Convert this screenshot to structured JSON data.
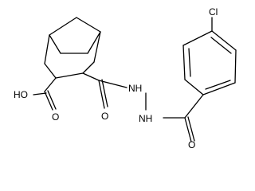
{
  "molecule": {
    "atom_labels": {
      "chlorine": "Cl",
      "hydroxyl": "HO",
      "acid_oxygen": "O",
      "amide_oxygen_left": "O",
      "amide_oxygen_right": "O",
      "hydrazide_nh_upper": "NH",
      "hydrazide_nh_lower": "NH"
    },
    "colors": {
      "bond": "#000000",
      "label": "#000000",
      "background": "#ffffff"
    }
  }
}
